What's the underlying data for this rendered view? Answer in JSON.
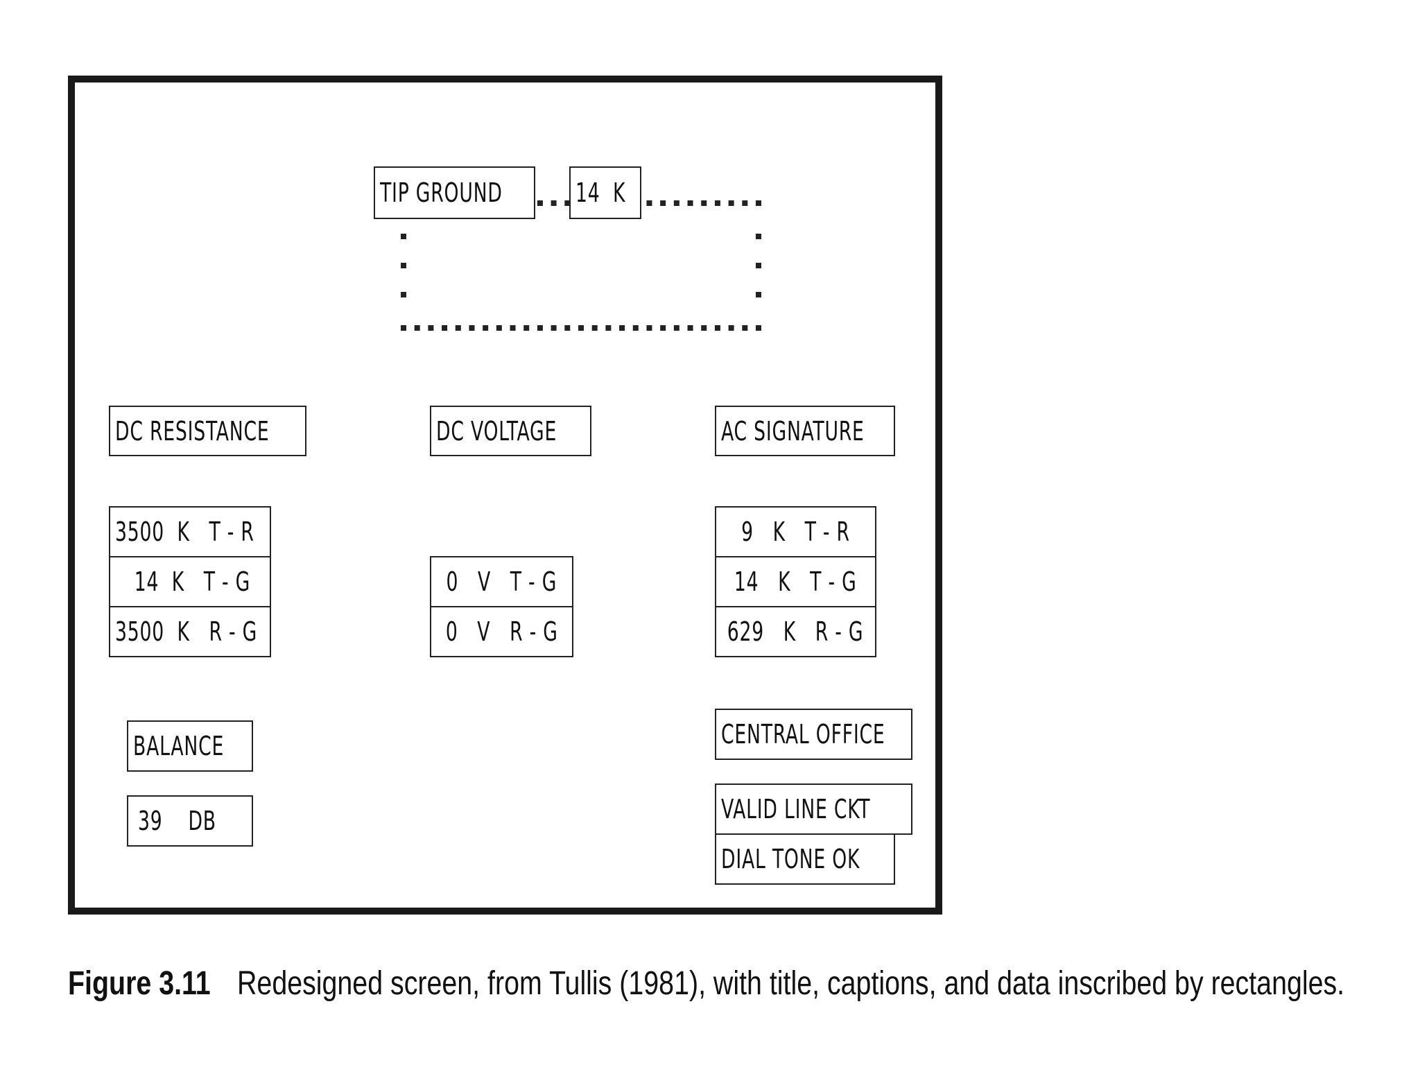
{
  "screen": {
    "tip_ground": {
      "label": "TIP GROUND",
      "value": "14  K"
    },
    "dc_resistance": {
      "label": "DC RESISTANCE",
      "rows": [
        "3500  K   T - R",
        "   14  K   T - G",
        "3500  K   R - G"
      ]
    },
    "dc_voltage": {
      "label": "DC VOLTAGE",
      "rows": [
        "0   V   T - G",
        "0   V   R - G"
      ]
    },
    "ac_signature": {
      "label": "AC SIGNATURE",
      "rows": [
        "9   K   T - R",
        "14   K   T - G",
        "629   K   R - G"
      ]
    },
    "balance": {
      "label": "BALANCE",
      "value": "39    DB"
    },
    "central_office": {
      "label": "CENTRAL OFFICE",
      "rows": [
        "VALID LINE CKT",
        "DIAL TONE OK"
      ]
    }
  },
  "caption": {
    "figure_label": "Figure 3.11",
    "text": "Redesigned screen, from Tullis (1981), with title, captions, and data inscribed by rectangles."
  }
}
